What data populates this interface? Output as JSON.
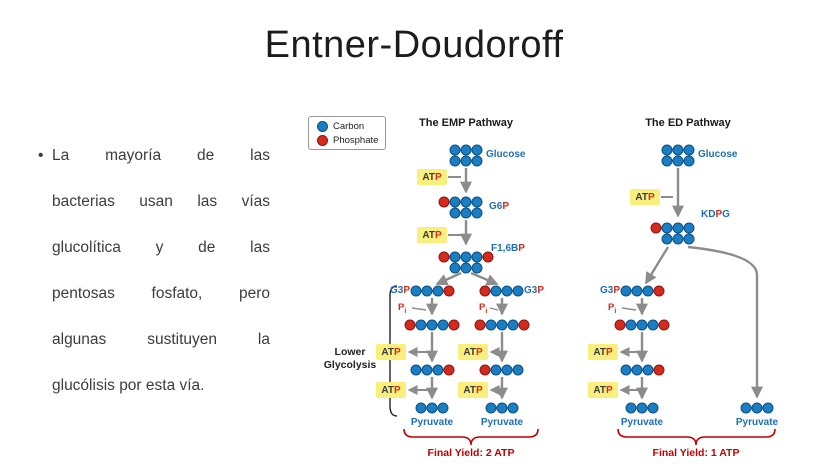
{
  "slide": {
    "title": "Entner-Doudoroff",
    "bullet_char": "•",
    "bullet_lines": [
      "La mayoría de las",
      "bacterias usan las vías",
      "glucolítica y de las",
      "pentosas fosfato, pero",
      "algunas sustituyen la",
      "glucólisis por esta vía."
    ]
  },
  "legend": {
    "carbon": "Carbon",
    "phosphate": "Phosphate"
  },
  "diagram": {
    "emp_title": "The EMP Pathway",
    "ed_title": "The ED Pathway",
    "emp_final_yield": "Final Yield: 2 ATP",
    "ed_final_yield": "Final Yield: 1 ATP",
    "lower_glycolysis": "Lower Glycolysis",
    "labels": {
      "glucose": "Glucose",
      "g6p": "G6",
      "f16bp": "F1,6B",
      "g3p": "G3",
      "kdpg_kd": "KD",
      "kdpg_g": "G",
      "p": "P",
      "pi_sub": "i",
      "atp_at": "AT",
      "pyruvate": "Pyruvate"
    },
    "colors": {
      "carbon_blue": "#1b7ec2",
      "phosphate_red": "#d42b1f",
      "atp_yellow": "#f9ef7d",
      "label_blue": "#1f6fb4",
      "yield_red": "#c00000",
      "arrow_gray": "#8c8c8c"
    }
  }
}
